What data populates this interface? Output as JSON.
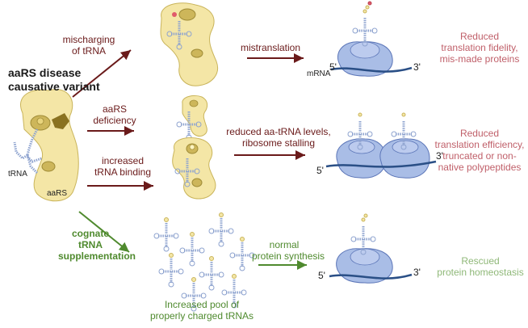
{
  "labels": {
    "mischarging": [
      "mischarging",
      "of tRNA"
    ],
    "aars_title": [
      "aaRS disease",
      "causative variant"
    ],
    "deficiency": [
      "aaRS",
      "deficiency"
    ],
    "increased_binding": [
      "increased",
      "tRNA binding"
    ],
    "trna": "tRNA",
    "aars": "aaRS",
    "cognate": [
      "cognate",
      "tRNA",
      "supplementation"
    ],
    "increased_pool": [
      "Increased pool of",
      "properly charged tRNAs"
    ],
    "mistranslation": "mistranslation",
    "mrna": "mRNA",
    "reduced_levels": [
      "reduced aa-tRNA levels,",
      "ribosome stalling"
    ],
    "normal_synthesis": [
      "normal",
      "protein synthesis"
    ],
    "prime5": "5'",
    "prime3": "3'"
  },
  "outcomes": {
    "fidelity": [
      "Reduced",
      "translation fidelity,",
      "mis-made proteins"
    ],
    "efficiency": [
      "Reduced",
      "translation efficiency,",
      "truncated or non-",
      "native polypeptides"
    ],
    "rescued": [
      "Rescued",
      "protein homeostasis"
    ]
  },
  "colors": {
    "enzyme_fill": "#f4e6a6",
    "enzyme_stroke": "#c9b45a",
    "ribosome_fill": "#a9bde6",
    "ribosome_stroke": "#5c76b8",
    "trna": "#8ea3cf",
    "dark_red": "#6a1a1a",
    "green": "#4f8a2e",
    "pink": "#c0606a",
    "light_green": "#8fb878"
  }
}
